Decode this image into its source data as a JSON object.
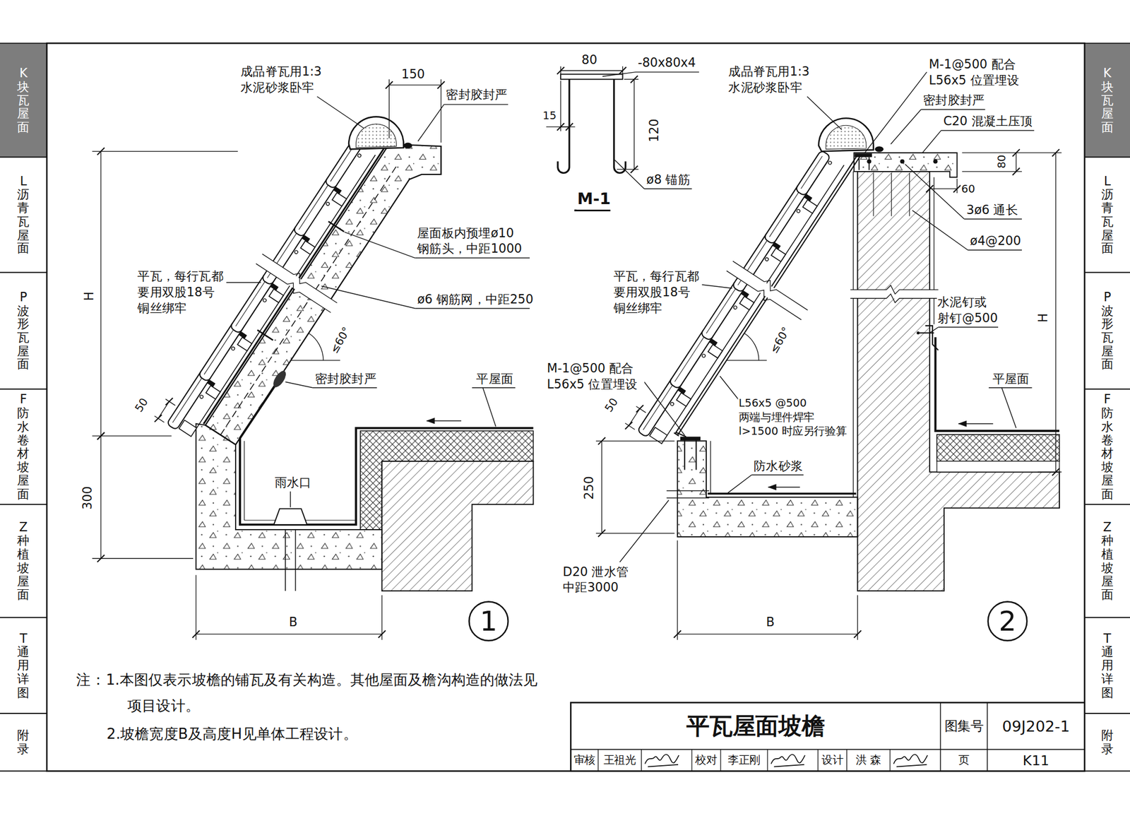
{
  "diagram": {
    "nodes": [
      {
        "text": [
          "K块瓦屋面"
        ]
      },
      {
        "text": [
          "L沥青瓦屋面"
        ]
      },
      {
        "text": [
          "P波形瓦屋面"
        ]
      },
      {
        "text": [
          "F防水卷材坡屋面"
        ]
      },
      {
        "text": [
          "Z种植坡屋面"
        ]
      },
      {
        "text": [
          "T通用详图"
        ]
      },
      {
        "text": [
          "附录"
        ]
      },
      {
        "text": [
          "K块瓦屋面"
        ]
      },
      {
        "text": [
          "L沥青瓦屋面"
        ]
      },
      {
        "text": [
          "P波形瓦屋面"
        ]
      },
      {
        "text": [
          "F防水卷材坡屋面"
        ]
      },
      {
        "text": [
          "Z种植坡屋面"
        ]
      },
      {
        "text": [
          "T通用详图"
        ]
      },
      {
        "text": [
          "附录"
        ]
      },
      {
        "text": [
          "1"
        ]
      },
      {
        "text": [
          "2"
        ]
      },
      {
        "text": [
          "平瓦屋面坡檐"
        ]
      },
      {
        "text": [
          "图集号"
        ]
      },
      {
        "text": [
          "09J202-1"
        ]
      },
      {
        "text": [
          "审核"
        ]
      },
      {
        "text": [
          "王祖光"
        ]
      },
      {
        "text": [
          "校对"
        ]
      },
      {
        "text": [
          "李正刚"
        ]
      },
      {
        "text": [
          "设计"
        ]
      },
      {
        "text": [
          "洪 森"
        ]
      },
      {
        "text": [
          "页"
        ]
      },
      {
        "text": [
          "K11"
        ]
      }
    ],
    "labels": [
      "成品脊瓦用1:3 水泥砂浆卧牢",
      "150",
      "密封胶封严",
      "屋面板内预埋ø10 钢筋头，中距1000",
      "ø6 钢筋网，中距250",
      "平瓦，每行瓦都 要用双股18号 铜丝绑牢",
      "H",
      "≤60°",
      "密封胶封严",
      "平屋面",
      "50",
      "300",
      "雨水口",
      "B",
      "80",
      "-80x80x4",
      "15",
      "120",
      "ø8 锚筋",
      "M-1",
      "成品脊瓦用1:3 水泥砂浆卧牢",
      "M-1@500 配合 L56x5 位置埋设",
      "密封胶封严",
      "C20 混凝土压顶",
      "80",
      "60",
      "3ø6 通长",
      "ø4@200",
      "H",
      "水泥钉或 射钉@500",
      "平瓦，每行瓦都 要用双股18号 铜丝绑牢",
      "≤60°",
      "平屋面",
      "M-1@500 配合 L56x5 位置埋设",
      "50",
      "L56x5 @500 两端与埋件焊牢 l>1500 时应另行验算",
      "250",
      "防水砂浆",
      "D20 泄水管 中距3000",
      "B",
      "注：",
      "1.本图仅表示坡檐的铺瓦及有关构造。其他屋面及檐沟构造的做法见项目设计。",
      "2.坡檐宽度B及高度H见单体工程设计。"
    ]
  }
}
